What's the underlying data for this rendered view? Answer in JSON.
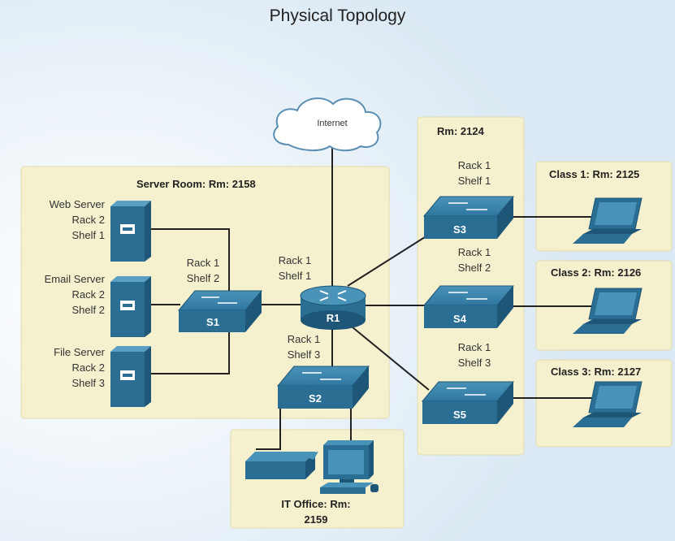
{
  "title": "Physical Topology",
  "rooms": {
    "server_room": "Server Room: Rm: 2158",
    "rm_2124": "Rm: 2124",
    "class1": "Class 1: Rm: 2125",
    "class2": "Class 2: Rm: 2126",
    "class3": "Class 3: Rm: 2127",
    "it_office_line1": "IT Office: Rm:",
    "it_office_line2": "2159"
  },
  "internet_label": "Internet",
  "servers": [
    {
      "name": "Web Server",
      "rack": "Rack 2",
      "shelf": "Shelf 1"
    },
    {
      "name": "Email Server",
      "rack": "Rack 2",
      "shelf": "Shelf 2"
    },
    {
      "name": "File Server",
      "rack": "Rack 2",
      "shelf": "Shelf 3"
    }
  ],
  "devices": {
    "s1": {
      "name": "S1",
      "rack": "Rack 1",
      "shelf": "Shelf 2"
    },
    "r1": {
      "name": "R1",
      "rack": "Rack 1",
      "shelf": "Shelf 1"
    },
    "s2": {
      "name": "S2",
      "rack": "Rack 1",
      "shelf": "Shelf 3"
    },
    "s3": {
      "name": "S3",
      "rack": "Rack 1",
      "shelf": "Shelf 1"
    },
    "s4": {
      "name": "S4",
      "rack": "Rack 1",
      "shelf": "Shelf 2"
    },
    "s5": {
      "name": "S5",
      "rack": "Rack 1",
      "shelf": "Shelf 3"
    }
  },
  "colors": {
    "room_fill": "#f5f1cf",
    "device_blue": "#2a6f93",
    "device_dark": "#1d5677",
    "link": "#222222"
  }
}
